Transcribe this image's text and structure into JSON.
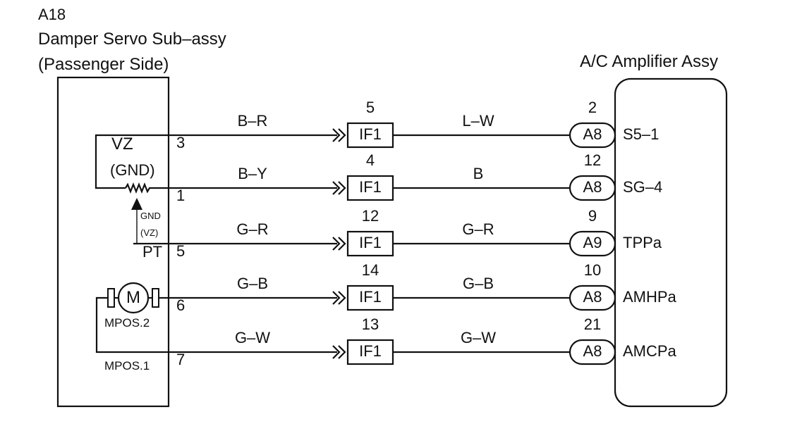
{
  "left_component": {
    "ref": "A18",
    "name_line1": "Damper Servo Sub–assy",
    "name_line2": "(Passenger Side)",
    "pins": {
      "vz_label": "VZ",
      "gnd_label": "(GND)",
      "gnd_small": "GND",
      "vz_small": "(VZ)",
      "pt_label": "PT",
      "motor_symbol": "M",
      "mpos2_label": "MPOS.2",
      "mpos1_label": "MPOS.1"
    }
  },
  "right_component": {
    "name": "A/C Amplifier Assy"
  },
  "rows": [
    {
      "left_pin": "3",
      "wire_left": "B–R",
      "if_pin": "5",
      "if_label": "IF1",
      "wire_right": "L–W",
      "amp_pin": "2",
      "amp_conn": "A8",
      "signal": "S5–1"
    },
    {
      "left_pin": "1",
      "wire_left": "B–Y",
      "if_pin": "4",
      "if_label": "IF1",
      "wire_right": "B",
      "amp_pin": "12",
      "amp_conn": "A8",
      "signal": "SG–4"
    },
    {
      "left_pin": "5",
      "wire_left": "G–R",
      "if_pin": "12",
      "if_label": "IF1",
      "wire_right": "G–R",
      "amp_pin": "9",
      "amp_conn": "A9",
      "signal": "TPPa"
    },
    {
      "left_pin": "6",
      "wire_left": "G–B",
      "if_pin": "14",
      "if_label": "IF1",
      "wire_right": "G–B",
      "amp_pin": "10",
      "amp_conn": "A8",
      "signal": "AMHPa"
    },
    {
      "left_pin": "7",
      "wire_left": "G–W",
      "if_pin": "13",
      "if_label": "IF1",
      "wire_right": "G–W",
      "amp_pin": "21",
      "amp_conn": "A8",
      "signal": "AMCPa"
    }
  ]
}
